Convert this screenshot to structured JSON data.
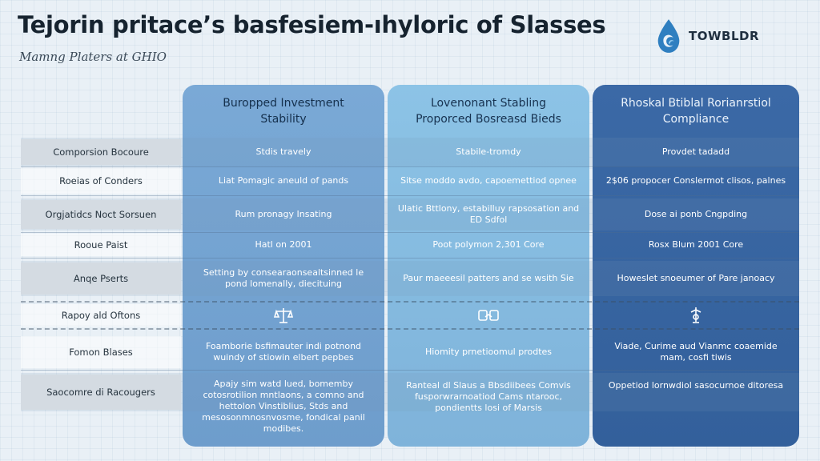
{
  "header": {
    "title": "Tejorin pritace’s basfesiem-ıhyloric of Slasses",
    "subtitle": "Mamng Platers at GHIO",
    "brand_name": "TOWBLDR",
    "brand_logo_icon": "water-drop-swirl-icon",
    "brand_color": "#2f7fc0"
  },
  "columns": [
    {
      "heading": "Buropped Investment Stability",
      "color": "#7aa9d6"
    },
    {
      "heading": "Lovenonant Stabling Proporced Bosreasd Bieds",
      "color": "#8cc3e6"
    },
    {
      "heading": "Rhoskal Btiblal Rorianrstiol Compliance",
      "color": "#3b69a6"
    }
  ],
  "rows": [
    {
      "label": "Comporsion Bocoure",
      "cells": [
        "Stdis travely",
        "Stabile-tromdy",
        "Provdet tadadd"
      ]
    },
    {
      "label": "Roeias of Conders",
      "cells": [
        "Liat Pomagic aneuld of pands",
        "Sitse moddo avdo, capoemettiod opnee",
        "2$06 propocer Conslermot clisos, palnes"
      ]
    },
    {
      "label": "Orgjatidcs Noct Sorsuen",
      "cells": [
        "Rum pronagy Insating",
        "Ulatic Bttlony, estabilluy rapsosation and ED Sdfol",
        "Dose ai ponb Cngpding"
      ]
    },
    {
      "label": "Rooue Paist",
      "cells": [
        "Hatl on 2001",
        "Poot polymon 2,301 Core",
        "Rosx Blum 2001 Core"
      ]
    },
    {
      "label": "Anqe Pserts",
      "cells": [
        "Setting by consearaonsealtsinned le pond lomenally, diecituing",
        "Paur maeeesil patters and se wsith Sie",
        "Howeslet snoeumer of Pare janoacy"
      ]
    },
    {
      "label": "Rapoy ald Oftons",
      "cells": [
        "",
        "",
        ""
      ],
      "icons": [
        "scales-icon",
        "handshake-icon",
        "balance-icon"
      ]
    },
    {
      "label": "Fomon Blases",
      "cells": [
        "Foamborie bsfimauter indi potnond wuindy of stiowin elbert pepbes",
        "Hiomity prnetioomul prodtes",
        "Viade, Curime aud Vianmc coaemide mam, cosfi tiwis"
      ]
    },
    {
      "label": "Saocomre di Racougers",
      "cells": [
        "Apajy sim watd lued, bomemby cotosrotilion mntlaons, a comno and hettolon Vinstiblius, Stds and mesosonmnosnvosme, fondical panil modibes.",
        "Ranteal dl Slaus a Bbsdiibees Comvis fusporwrarnoatiod Cams ntarooc, pondientts losi of Marsis",
        "Oppetiod lornwdiol sasocurnoe ditoresa"
      ]
    }
  ]
}
